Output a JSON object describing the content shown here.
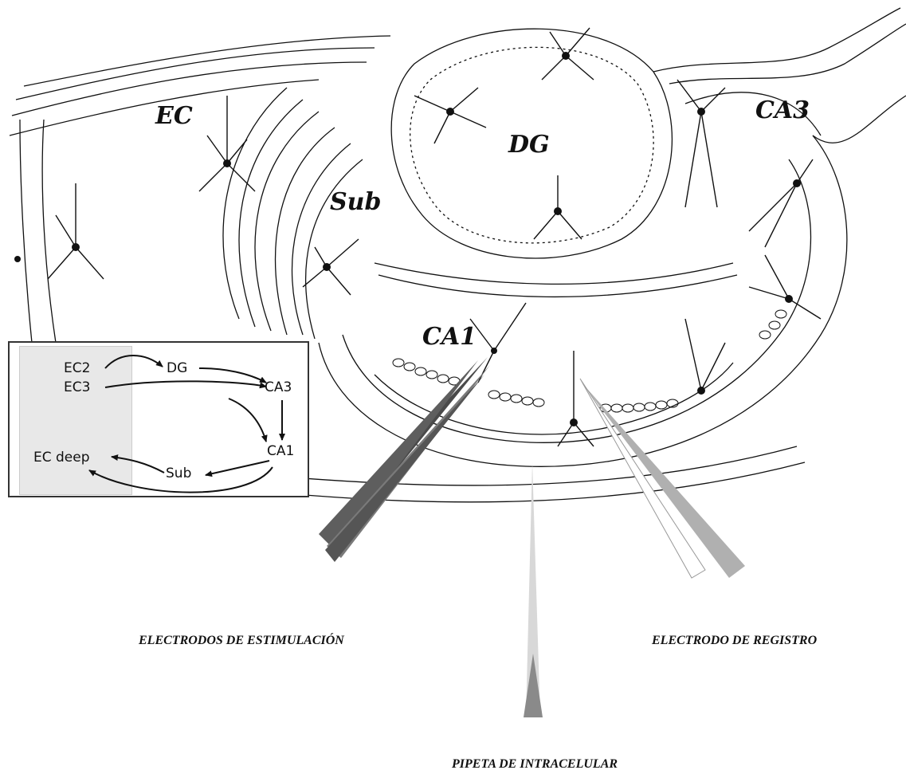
{
  "regions": {
    "ec": "EC",
    "dg": "DG",
    "ca3": "CA3",
    "sub": "Sub",
    "ca1": "CA1"
  },
  "inset": {
    "nodes": {
      "ec2": "EC2",
      "ec3": "EC3",
      "dg": "DG",
      "ca3": "CA3",
      "ca1": "CA1",
      "sub": "Sub",
      "ec_deep": "EC deep"
    },
    "connections": [
      [
        "EC2",
        "DG"
      ],
      [
        "DG",
        "CA3"
      ],
      [
        "EC3",
        "CA3"
      ],
      [
        "CA3",
        "CA1"
      ],
      [
        "CA1",
        "Sub"
      ],
      [
        "Sub",
        "EC deep"
      ],
      [
        "CA1",
        "EC deep"
      ]
    ]
  },
  "captions": {
    "stimulation": "ELECTRODOS DE ESTIMULACIÓN",
    "recording": "ELECTRODO DE REGISTRO",
    "intracellular": "PIPETA DE INTRACELULAR"
  },
  "colors": {
    "ink": "#111111",
    "stim_electrode_dark": "#4a4a4a",
    "stim_electrode_mid": "#7a7a7a",
    "record_electrode": "#b0b0b0",
    "pipette": "#cfcfcf",
    "inset_shade": "#e8e8e8"
  }
}
